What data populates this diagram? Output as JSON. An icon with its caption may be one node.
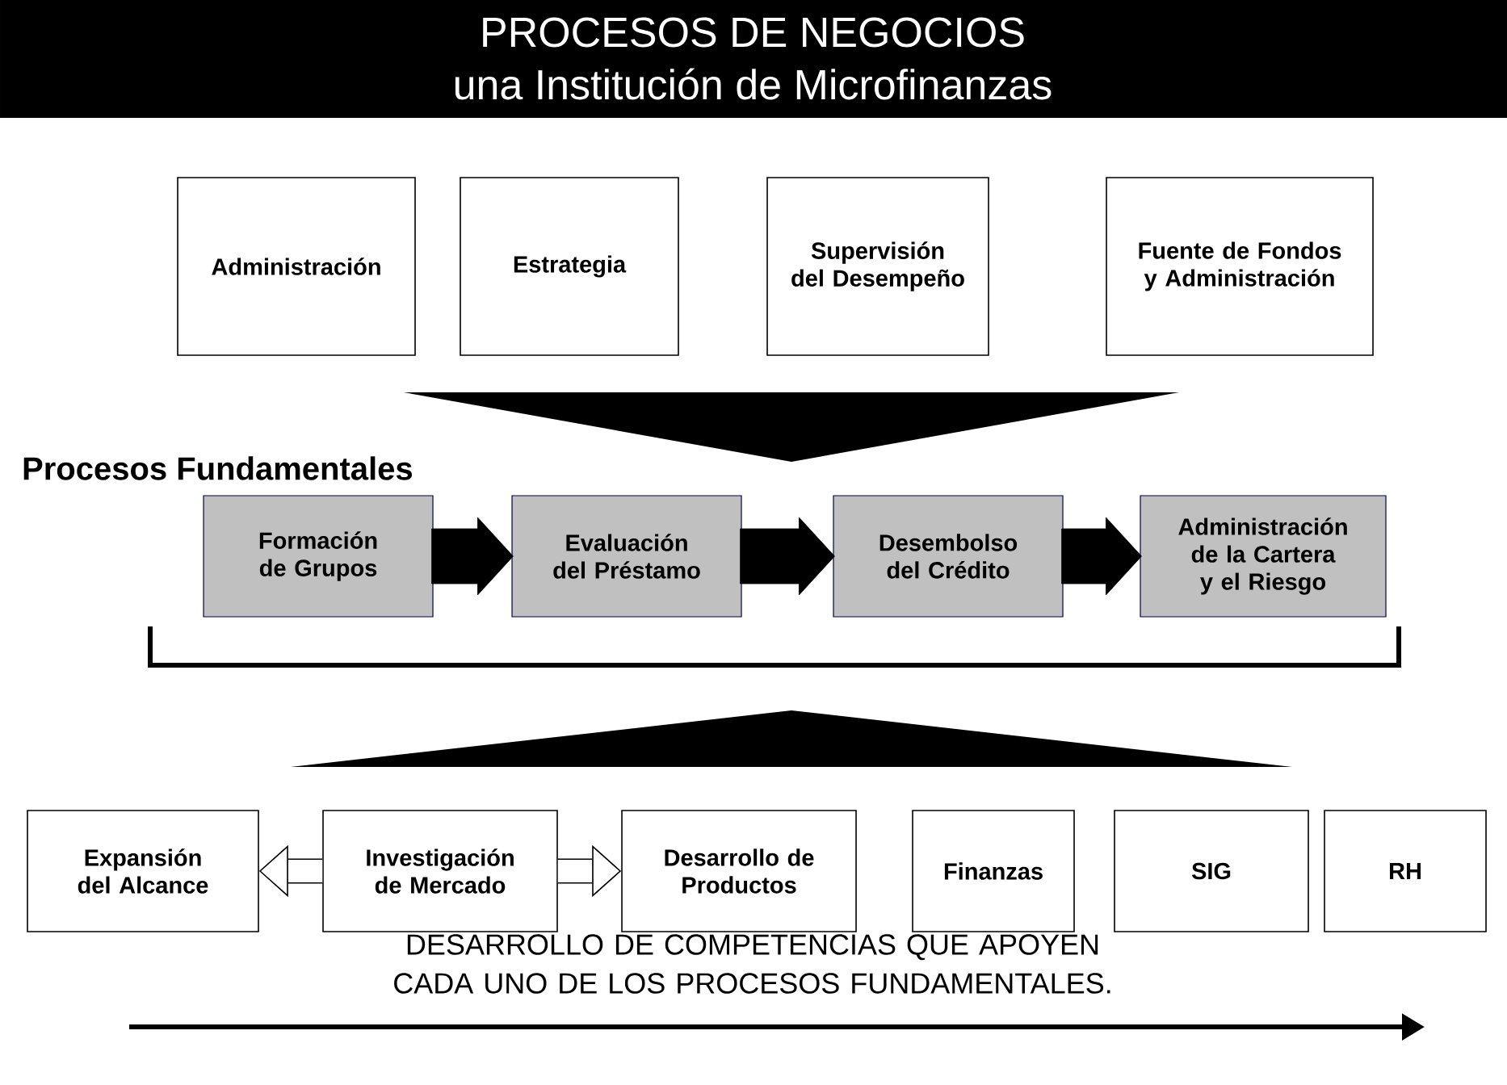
{
  "diagram": {
    "title": "PROCESOS DE NEGOCIOS",
    "nodes": [
      {
        "text": [
          "Administración"
        ]
      },
      {
        "text": [
          "Estrategia"
        ]
      },
      {
        "text": [
          "Supervisión del Desempeño"
        ]
      },
      {
        "text": [
          "Fuente de Fondos y Administración"
        ]
      },
      {
        "text": [],
        "shape": "triangle"
      },
      {
        "text": [
          "Formación de Grupos"
        ]
      },
      {
        "text": [
          "Evaluación del Préstamo"
        ]
      },
      {
        "text": [
          "Desembolso del Crédito"
        ]
      },
      {
        "text": [
          "Administración de la Cartera y el Riesgo"
        ]
      },
      {
        "text": [],
        "shape": "triangle"
      },
      {
        "text": [
          "Expansión del Alcance"
        ]
      },
      {
        "text": [
          "Investigación de Mercado"
        ]
      },
      {
        "text": [
          "Desarrollo de Productos"
        ]
      },
      {
        "text": [
          "Finanzas"
        ]
      },
      {
        "text": [
          "SIG"
        ]
      },
      {
        "text": [
          "RH"
        ]
      }
    ],
    "edges": [
      {
        "from": 5,
        "to": 6,
        "arrow": "to",
        "style": "thick"
      },
      {
        "from": 6,
        "to": 7,
        "arrow": "to",
        "style": "thick"
      },
      {
        "from": 7,
        "to": 8,
        "arrow": "to",
        "style": "thick"
      },
      {
        "from": 11,
        "to": 10,
        "arrow": "to"
      },
      {
        "from": 11,
        "to": 12,
        "arrow": "to"
      }
    ],
    "labels": [
      "una Institución de Microfinanzas",
      "Procesos Fundamentales",
      "DESARROLLO DE COMPETENCIAS QUE APOYEN CADA UNO DE LOS PROCESOS FUNDAMENTALES."
    ]
  }
}
